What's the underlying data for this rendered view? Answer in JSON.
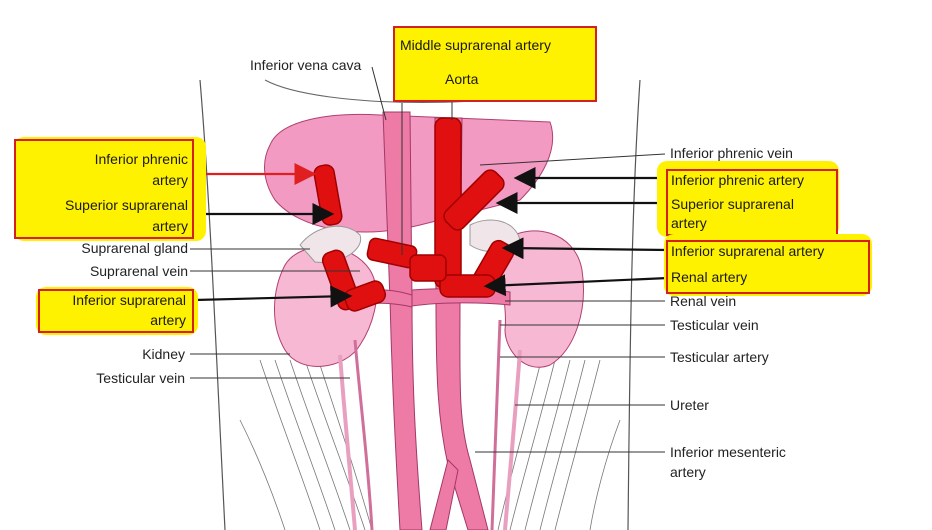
{
  "colors": {
    "highlight": "#fff200",
    "highlight_border": "#d42020",
    "artery_marker": "#e01010",
    "tissue_pink": "#f29ac2",
    "vessel_pink": "#ee7aa6",
    "leader_line": "#333333"
  },
  "highlighted_labels": {
    "middle_suprarenal_artery": "Middle suprarenal artery",
    "aorta": "Aorta",
    "inferior_phrenic_artery_left_1": "Inferior phrenic",
    "inferior_phrenic_artery_left_2": "artery",
    "superior_suprarenal_artery_left_1": "Superior suprarenal",
    "superior_suprarenal_artery_left_2": "artery",
    "inferior_suprarenal_artery_left_1": "Inferior suprarenal",
    "inferior_suprarenal_artery_left_2": "artery",
    "inferior_phrenic_artery_right": "Inferior phrenic artery",
    "superior_suprarenal_artery_right_1": "Superior suprarenal",
    "superior_suprarenal_artery_right_2": "artery",
    "inferior_suprarenal_artery_right": "Inferior suprarenal artery",
    "renal_artery": "Renal artery"
  },
  "plain_labels": {
    "inferior_vena_cava": "Inferior vena cava",
    "suprarenal_gland": "Suprarenal gland",
    "suprarenal_vein": "Suprarenal vein",
    "kidney": "Kidney",
    "testicular_vein_left": "Testicular vein",
    "inferior_phrenic_vein": "Inferior phrenic vein",
    "renal_vein": "Renal vein",
    "testicular_vein_right": "Testicular vein",
    "testicular_artery": "Testicular artery",
    "ureter": "Ureter",
    "inferior_mesenteric_artery_1": "Inferior mesenteric",
    "inferior_mesenteric_artery_2": "artery"
  }
}
